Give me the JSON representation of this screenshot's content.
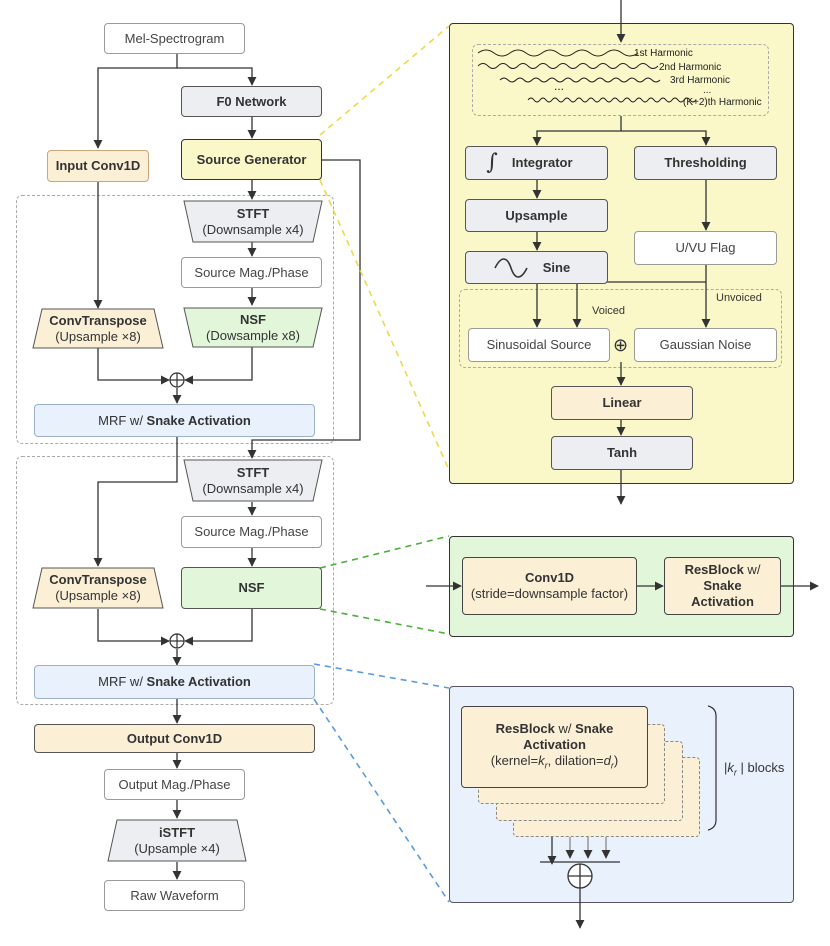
{
  "left": {
    "mel": "Mel-Spectrogram",
    "f0": "F0 Network",
    "source_gen": "Source Generator",
    "input_conv": "Input Conv1D",
    "stft1_title": "STFT",
    "stft1_sub": "(Downsample x4)",
    "src_magphase1": "Source Mag./Phase",
    "convt1_title": "ConvTranspose",
    "convt1_sub": "(Upsample ×8)",
    "nsf1_title": "NSF",
    "nsf1_sub": "(Dowsample x8)",
    "mrf1_pre": "MRF w/ ",
    "mrf1_bold": "Snake Activation",
    "stft2_title": "STFT",
    "stft2_sub": "(Downsample x4)",
    "src_magphase2": "Source Mag./Phase",
    "convt2_title": "ConvTranspose",
    "convt2_sub": "(Upsample ×8)",
    "nsf2": "NSF",
    "mrf2_pre": "MRF w/ ",
    "mrf2_bold": "Snake Activation",
    "output_conv": "Output Conv1D",
    "out_magphase": "Output Mag./Phase",
    "istft_title": "iSTFT",
    "istft_sub": "(Upsample ×4)",
    "raw": "Raw Waveform",
    "sum_symbol": "⊕"
  },
  "source_panel": {
    "harmonics": [
      "1st Harmonic",
      "2nd Harmonic",
      "3rd Harmonic",
      "...",
      "(K+2)th Harmonic"
    ],
    "dots": "...",
    "integrator": "Integrator",
    "integral_symbol": "∫",
    "thresholding": "Thresholding",
    "upsample": "Upsample",
    "uvu_flag": "U/VU Flag",
    "sine": "Sine",
    "voiced": "Voiced",
    "unvoiced": "Unvoiced",
    "sinusoidal": "Sinusoidal Source",
    "gaussian": "Gaussian Noise",
    "plus": "⊕",
    "linear": "Linear",
    "tanh": "Tanh"
  },
  "nsf_panel": {
    "conv_title": "Conv1D",
    "conv_sub": "(stride=downsample factor)",
    "resblock_bold1": "ResBlock",
    "resblock_rest": " w/",
    "resblock_bold2": "Snake",
    "resblock_bold3": "Activation"
  },
  "mrf_panel": {
    "rb_bold1": "ResBlock",
    "rb_rest": " w/ ",
    "rb_bold2": "Snake",
    "rb_bold3": "Activation",
    "rb_params_a": "(kernel=",
    "rb_k": "k",
    "rb_r1": "r",
    "rb_params_b": ", dilation=",
    "rb_d": "d",
    "rb_r2": "r",
    "rb_params_c": ")",
    "blocks_bar1": "|",
    "blocks_k": "k",
    "blocks_r": "r",
    "blocks_rest": " | blocks",
    "plus": "⊕"
  },
  "colors": {
    "yellow_panel": "#faf8c8",
    "green_panel": "#e2f7da",
    "blue_panel": "#e8f1fc",
    "yellow_dash": "#f0d84a",
    "green_dash": "#4caf3a",
    "blue_dash": "#5a9ae0"
  }
}
